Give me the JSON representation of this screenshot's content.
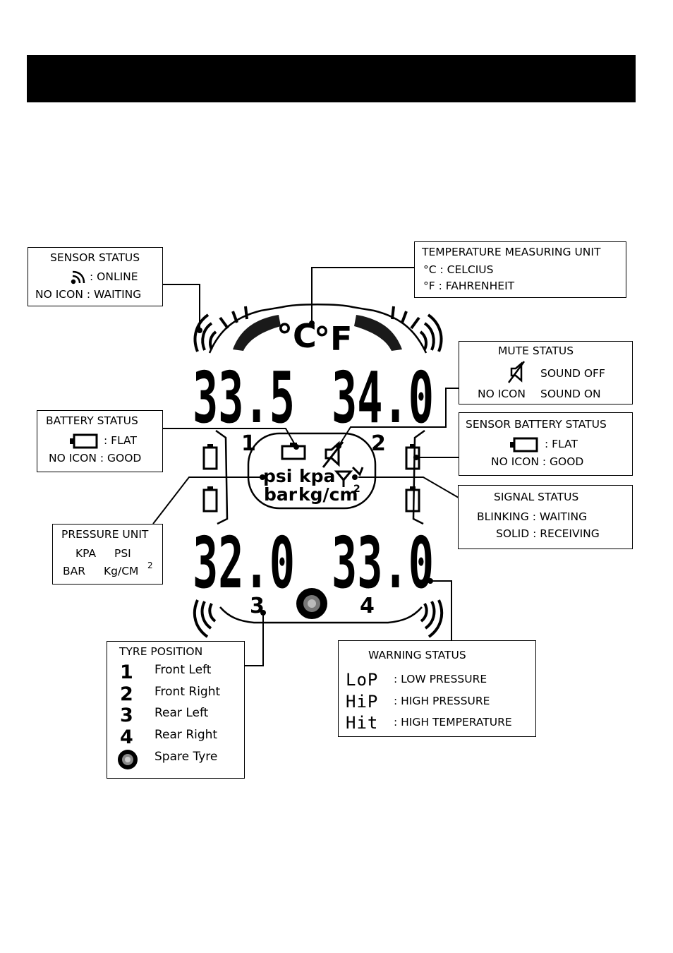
{
  "sensor_status": {
    "title": "SENSOR STATUS",
    "online": ": ONLINE",
    "waiting": "NO ICON : WAITING"
  },
  "temperature_unit": {
    "title": "TEMPERATURE MEASURING UNIT",
    "celcius": "°C : CELCIUS",
    "fahrenheit": "°F : FAHRENHEIT"
  },
  "mute_status": {
    "title": "MUTE STATUS",
    "sound_off": "SOUND OFF",
    "no_icon": "NO ICON",
    "sound_on": "SOUND ON"
  },
  "battery_status": {
    "title": "BATTERY STATUS",
    "flat": ": FLAT",
    "good": "NO ICON : GOOD"
  },
  "sensor_battery_status": {
    "title": "SENSOR BATTERY STATUS",
    "flat": ": FLAT",
    "good": "NO ICON : GOOD"
  },
  "signal_status": {
    "title": "SIGNAL STATUS",
    "blinking": "BLINKING : WAITING",
    "solid": "SOLID : RECEIVING"
  },
  "pressure_unit": {
    "title": "PRESSURE UNIT",
    "row1_a": "KPA",
    "row1_b": "PSI",
    "row2_a": "BAR",
    "row2_b": "Kg/CM",
    "sup": "2"
  },
  "tyre_position": {
    "title": "TYRE POSITION",
    "items": [
      {
        "num": "1",
        "label": "Front Left"
      },
      {
        "num": "2",
        "label": "Front Right"
      },
      {
        "num": "3",
        "label": "Rear Left"
      },
      {
        "num": "4",
        "label": "Rear Right"
      },
      {
        "num": "",
        "label": "Spare Tyre"
      }
    ]
  },
  "warning_status": {
    "title": "WARNING STATUS",
    "items": [
      {
        "code": "LoP",
        "label": ": LOW PRESSURE"
      },
      {
        "code": "HiP",
        "label": ": HIGH PRESSURE"
      },
      {
        "code": "Hit",
        "label": ": HIGH TEMPERATURE"
      }
    ]
  },
  "lcd": {
    "front_left": "33.5",
    "front_right": "34.0",
    "rear_left": "32.0",
    "rear_right": "33.0",
    "pos1": "1",
    "pos2": "2",
    "pos3": "3",
    "pos4": "4",
    "celsius_symbol": "°C",
    "fahrenheit_symbol": "°F",
    "psi": "psi",
    "kpa": "kpa",
    "bar": "bar",
    "kgcm": "kg/cm",
    "kgcm_sup": "2"
  }
}
